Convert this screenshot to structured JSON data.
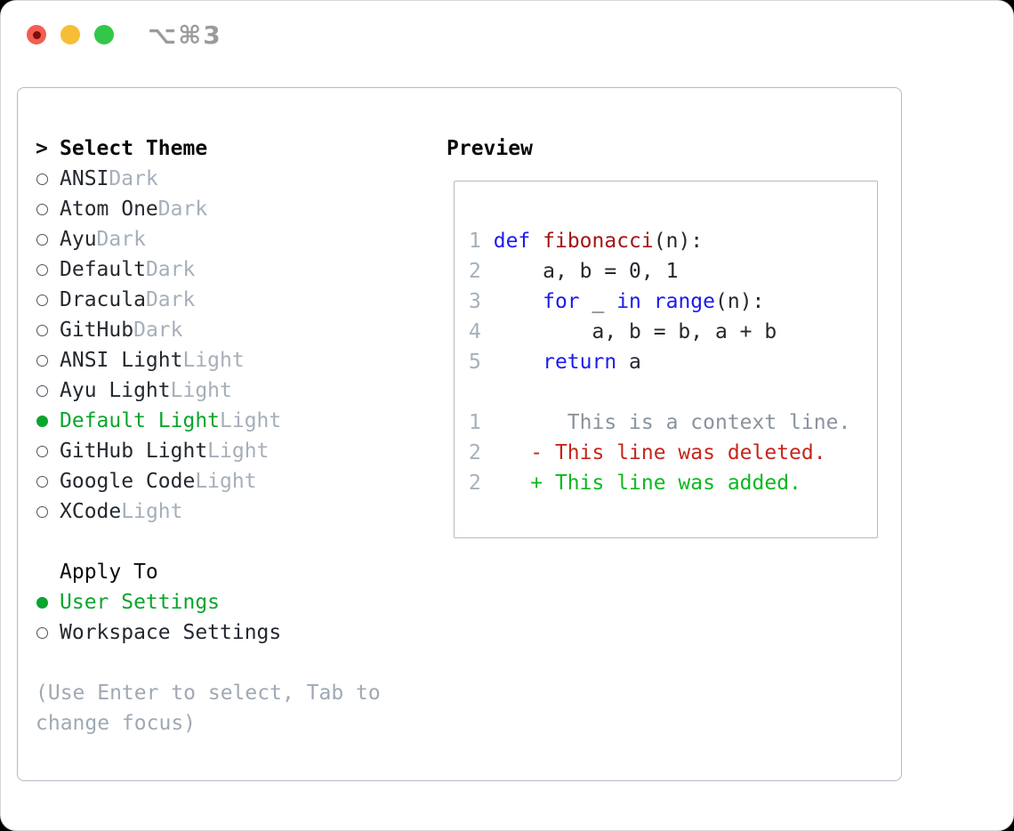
{
  "window": {
    "title": "⌥⌘3"
  },
  "colors": {
    "text_dark": "#24292f",
    "tag_gray": "#a6afba",
    "help_gray": "#9fa9b4",
    "line_number_gray": "#a6b0bb",
    "keyword_blue": "#1b1bef",
    "function_red": "#a31515",
    "deleted_red": "#c5261c",
    "added_green": "#0cb81f",
    "selected_green": "#0aa52d",
    "context_gray": "#8a939d",
    "panel_border": "#b3bbc5",
    "traffic_red": "#f25d51",
    "traffic_yellow": "#f7bd36",
    "traffic_green": "#32c748",
    "title_gray": "#9b9b9b"
  },
  "left": {
    "header": {
      "marker": ">",
      "label": "Select Theme"
    },
    "themes": [
      {
        "name": "ANSI",
        "tag": "Dark",
        "selected": false
      },
      {
        "name": "Atom One",
        "tag": "Dark",
        "selected": false
      },
      {
        "name": "Ayu",
        "tag": "Dark",
        "selected": false
      },
      {
        "name": "Default",
        "tag": "Dark",
        "selected": false
      },
      {
        "name": "Dracula",
        "tag": "Dark",
        "selected": false
      },
      {
        "name": "GitHub",
        "tag": "Dark",
        "selected": false
      },
      {
        "name": "ANSI Light",
        "tag": "Light",
        "selected": false
      },
      {
        "name": "Ayu Light",
        "tag": "Light",
        "selected": false
      },
      {
        "name": "Default Light",
        "tag": "Light",
        "selected": true
      },
      {
        "name": "GitHub Light",
        "tag": "Light",
        "selected": false
      },
      {
        "name": "Google Code",
        "tag": "Light",
        "selected": false
      },
      {
        "name": "XCode",
        "tag": "Light",
        "selected": false
      }
    ],
    "apply_to": {
      "label": "Apply To",
      "options": [
        {
          "name": "User Settings",
          "selected": true
        },
        {
          "name": "Workspace Settings",
          "selected": false
        }
      ]
    },
    "help_lines": [
      "(Use Enter to select, Tab to",
      "change focus)"
    ]
  },
  "preview": {
    "heading": "Preview",
    "lines": [
      {
        "num": "1",
        "kind": "code",
        "tokens": [
          [
            "def",
            "kw"
          ],
          [
            " ",
            "pl"
          ],
          [
            "fibonacci",
            "fn"
          ],
          [
            "(n):",
            "pl"
          ]
        ]
      },
      {
        "num": "2",
        "kind": "code",
        "tokens": [
          [
            "    a, b = 0, 1",
            "pl"
          ]
        ]
      },
      {
        "num": "3",
        "kind": "code",
        "tokens": [
          [
            "    ",
            "pl"
          ],
          [
            "for",
            "kw"
          ],
          [
            " _ ",
            "pl"
          ],
          [
            "in",
            "kw"
          ],
          [
            " ",
            "pl"
          ],
          [
            "range",
            "kw"
          ],
          [
            "(n):",
            "pl"
          ]
        ]
      },
      {
        "num": "4",
        "kind": "code",
        "tokens": [
          [
            "        a, b = b, a + b",
            "pl"
          ]
        ]
      },
      {
        "num": "5",
        "kind": "code",
        "tokens": [
          [
            "    ",
            "pl"
          ],
          [
            "return",
            "kw"
          ],
          [
            " a",
            "pl"
          ]
        ]
      },
      {
        "num": "",
        "kind": "blank",
        "tokens": []
      },
      {
        "num": "1",
        "kind": "diff-context",
        "tokens": [
          [
            "      This is a context line.",
            "ctx"
          ]
        ]
      },
      {
        "num": "2",
        "kind": "diff-deleted",
        "tokens": [
          [
            "   - This line was deleted.",
            "del"
          ]
        ]
      },
      {
        "num": "2",
        "kind": "diff-added",
        "tokens": [
          [
            "   + This line was added.",
            "add"
          ]
        ]
      }
    ]
  }
}
